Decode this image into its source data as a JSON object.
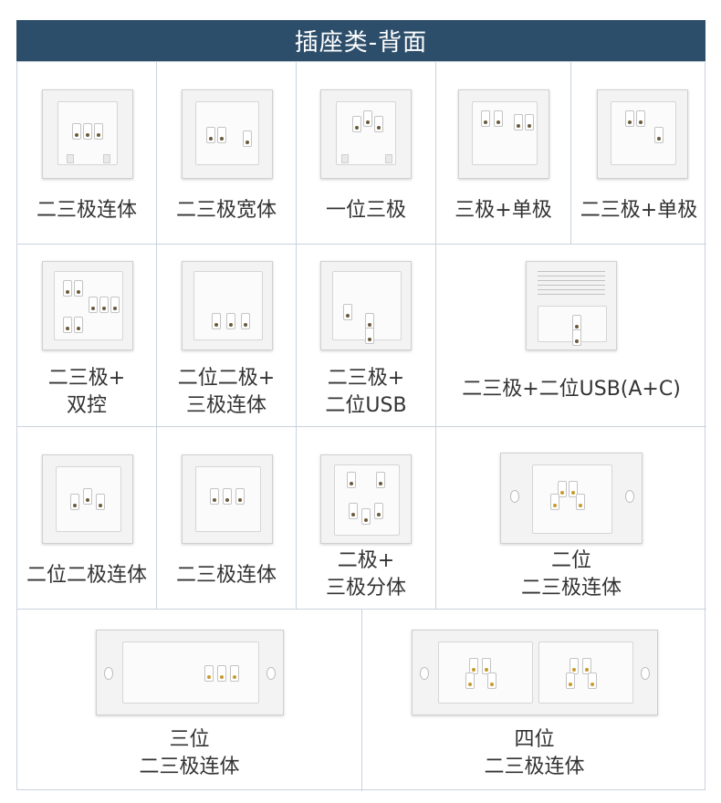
{
  "header": {
    "title": "插座类-背面"
  },
  "cells": [
    {
      "id": "c1",
      "lines": [
        "二三极连体"
      ]
    },
    {
      "id": "c2",
      "lines": [
        "二三极宽体"
      ]
    },
    {
      "id": "c3",
      "lines": [
        "一位三极"
      ]
    },
    {
      "id": "c4",
      "lines": [
        "三极+单极"
      ]
    },
    {
      "id": "c5",
      "lines": [
        "二三极+单极"
      ]
    },
    {
      "id": "c6",
      "lines": [
        "二三极+",
        "双控"
      ]
    },
    {
      "id": "c7",
      "lines": [
        "二位二极+",
        "三极连体"
      ]
    },
    {
      "id": "c8",
      "lines": [
        "二三极+",
        "二位USB"
      ]
    },
    {
      "id": "c9",
      "lines": [
        "二三极+二位USB(A+C)"
      ]
    },
    {
      "id": "c10",
      "lines": [
        "二位二极连体"
      ]
    },
    {
      "id": "c11",
      "lines": [
        "二三极连体"
      ]
    },
    {
      "id": "c12",
      "lines": [
        "二极+",
        "三极分体"
      ]
    },
    {
      "id": "c13",
      "lines": [
        "二位",
        "二三极连体"
      ]
    },
    {
      "id": "c14",
      "lines": [
        "三位",
        "二三极连体"
      ]
    },
    {
      "id": "c15",
      "lines": [
        "四位",
        "二三极连体"
      ]
    }
  ]
}
